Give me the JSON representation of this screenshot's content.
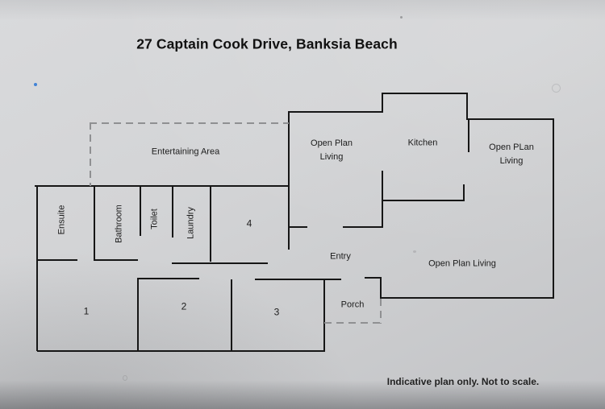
{
  "title": "27 Captain Cook Drive, Banksia Beach",
  "footer": {
    "disclaimer": "Indicative plan only. Not to scale."
  },
  "rooms": {
    "entertaining_area": "Entertaining Area",
    "open_plan_living_upper_left": {
      "line1": "Open Plan",
      "line2": "Living"
    },
    "kitchen": "Kitchen",
    "open_plan_living_upper_right": {
      "line1": "Open PLan",
      "line2": "Living"
    },
    "open_plan_living_main": "Open Plan Living",
    "entry": "Entry",
    "porch": "Porch",
    "ensuite": "Ensuite",
    "bathroom": "Bathroom",
    "toilet": "Toilet",
    "laundry": "Laundry",
    "room1": "1",
    "room2": "2",
    "room3": "3",
    "room4": "4"
  },
  "colors": {
    "wall": "#161616",
    "dashed_wall": "#8f9092",
    "text": "#1c1c1c",
    "paper": "#d2d3d5",
    "blue_mark": "#3f82d6"
  }
}
